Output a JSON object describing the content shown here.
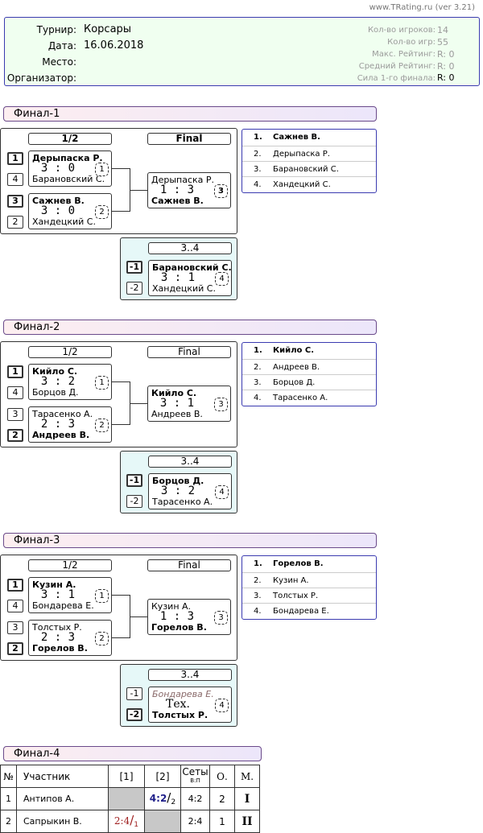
{
  "version_text": "www.TRating.ru (ver 3.21)",
  "info": {
    "tournament_label": "Турнир:",
    "tournament": "Корсары",
    "date_label": "Дата:",
    "date": "16.06.2018",
    "place_label": "Место:",
    "place": "",
    "organizer_label": "Организатор:",
    "organizer": "",
    "players_label": "Кол-во игроков:",
    "players": "14",
    "games_label": "Кол-во игр:",
    "games": "55",
    "max_rating_label": "Макс. Рейтинг:",
    "max_rating": "R:   0",
    "avg_rating_label": "Средний Рейтинг:",
    "avg_rating": "R:   0",
    "final_strength_label": "Сила 1-го финала:",
    "final_strength": "R:   0"
  },
  "finals": [
    {
      "title": "Финал-1",
      "semi_label": "1/2",
      "final_label": "Final",
      "third_label": "3..4",
      "sf1": {
        "seed_a": "1",
        "seed_b": "4",
        "a": "Дерыпаска Р.",
        "b": "Барановский С.",
        "score": "3 : 0",
        "num": "1"
      },
      "sf2": {
        "seed_a": "3",
        "seed_b": "2",
        "a": "Сажнев В.",
        "b": "Хандецкий С.",
        "score": "3 : 0",
        "num": "2"
      },
      "final": {
        "a": "Дерыпаска Р.",
        "b": "Сажнев В.",
        "score": "1 : 3",
        "num": "3"
      },
      "third": {
        "seed_a": "-1",
        "seed_b": "-2",
        "a": "Барановский С.",
        "b": "Хандецкий С.",
        "score": "3 : 1",
        "num": "4"
      },
      "results": [
        {
          "n": "1.",
          "name": "Сажнев В."
        },
        {
          "n": "2.",
          "name": "Дерыпаска Р."
        },
        {
          "n": "3.",
          "name": "Барановский С."
        },
        {
          "n": "4.",
          "name": "Хандецкий С."
        }
      ]
    },
    {
      "title": "Финал-2",
      "semi_label": "1/2",
      "final_label": "Final",
      "third_label": "3..4",
      "sf1": {
        "seed_a": "1",
        "seed_b": "4",
        "a": "Кийло С.",
        "b": "Борцов Д.",
        "score": "3 : 2",
        "num": "1"
      },
      "sf2": {
        "seed_a": "3",
        "seed_b": "2",
        "a": "Тарасенко А.",
        "b": "Андреев В.",
        "score": "2 : 3",
        "num": "2"
      },
      "final": {
        "a": "Кийло С.",
        "b": "Андреев В.",
        "score": "3 : 1",
        "num": "3"
      },
      "third": {
        "seed_a": "-1",
        "seed_b": "-2",
        "a": "Борцов Д.",
        "b": "Тарасенко А.",
        "score": "3 : 2",
        "num": "4"
      },
      "results": [
        {
          "n": "1.",
          "name": "Кийло С."
        },
        {
          "n": "2.",
          "name": "Андреев В."
        },
        {
          "n": "3.",
          "name": "Борцов Д."
        },
        {
          "n": "4.",
          "name": "Тарасенко А."
        }
      ]
    },
    {
      "title": "Финал-3",
      "semi_label": "1/2",
      "final_label": "Final",
      "third_label": "3..4",
      "sf1": {
        "seed_a": "1",
        "seed_b": "4",
        "a": "Кузин А.",
        "b": "Бондарева Е.",
        "score": "3 : 1",
        "num": "1"
      },
      "sf2": {
        "seed_a": "3",
        "seed_b": "2",
        "a": "Толстых Р.",
        "b": "Горелов В.",
        "score": "2 : 3",
        "num": "2"
      },
      "final": {
        "a": "Кузин А.",
        "b": "Горелов В.",
        "score": "1 : 3",
        "num": "3"
      },
      "third": {
        "seed_a": "-1",
        "seed_b": "-2",
        "a": "Бондарева Е.",
        "b": "Толстых Р.",
        "score": "Тех.",
        "num": "4"
      },
      "results": [
        {
          "n": "1.",
          "name": "Горелов В."
        },
        {
          "n": "2.",
          "name": "Кузин А."
        },
        {
          "n": "3.",
          "name": "Толстых Р."
        },
        {
          "n": "4.",
          "name": "Бондарева Е."
        }
      ]
    }
  ],
  "final4": {
    "title": "Финал-4",
    "headers": {
      "num": "№",
      "player": "Участник",
      "c1": "[1]",
      "c2": "[2]",
      "sets": "Сеты",
      "sets_sub": "В:П",
      "points": "О.",
      "place": "М."
    },
    "rows": [
      {
        "num": "1",
        "player": "Антипов А.",
        "c2_score": "4:2",
        "c2_pts": "2",
        "sets": "4:2",
        "points": "2",
        "place": "I"
      },
      {
        "num": "2",
        "player": "Сапрыкин В.",
        "c1_score": "2:4",
        "c1_pts": "1",
        "sets": "2:4",
        "points": "1",
        "place": "II"
      }
    ]
  }
}
